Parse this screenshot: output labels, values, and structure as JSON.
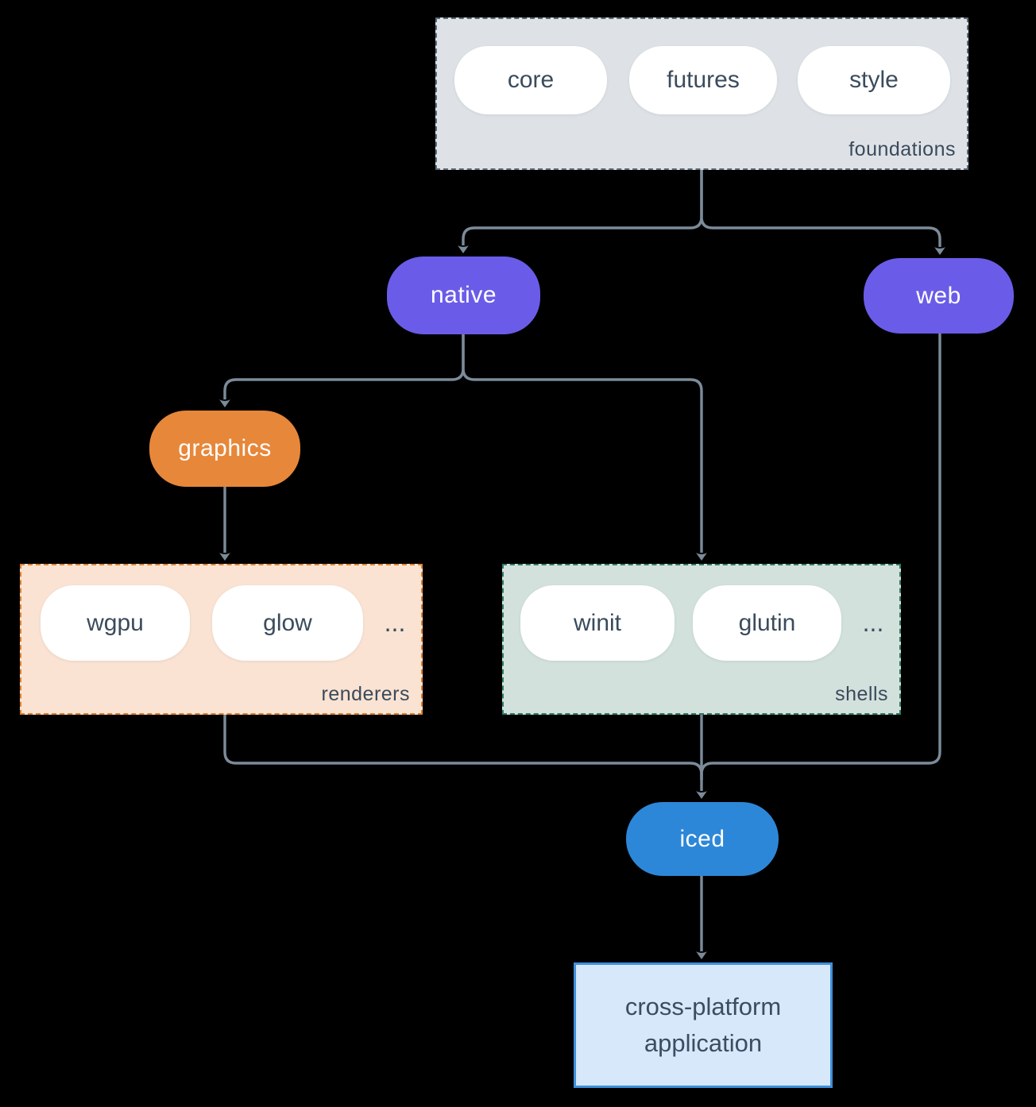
{
  "diagram": {
    "background": "#000000",
    "connector_color": "#7c8b99",
    "groups": {
      "foundations": {
        "label": "foundations",
        "fill": "#dee2e6",
        "border_color": "#5b6b7a",
        "items": [
          "core",
          "futures",
          "style"
        ]
      },
      "renderers": {
        "label": "renderers",
        "fill": "#fae3d2",
        "border_color": "#e0802e",
        "items": [
          "wgpu",
          "glow"
        ],
        "ellipsis": "..."
      },
      "shells": {
        "label": "shells",
        "fill": "#d2e1db",
        "border_color": "#2e7b68",
        "items": [
          "winit",
          "glutin"
        ],
        "ellipsis": "..."
      }
    },
    "nodes": {
      "native": {
        "label": "native",
        "fill": "#6a5ce8",
        "text_color": "#ffffff"
      },
      "web": {
        "label": "web",
        "fill": "#6a5ce8",
        "text_color": "#ffffff"
      },
      "graphics": {
        "label": "graphics",
        "fill": "#e7873a",
        "text_color": "#ffffff"
      },
      "iced": {
        "label": "iced",
        "fill": "#2d87d8",
        "text_color": "#ffffff"
      }
    },
    "application": {
      "line1": "cross-platform",
      "line2": "application",
      "fill": "#d6e8f9",
      "border_color": "#3f8fdb",
      "text_color": "#3b4d60"
    }
  }
}
